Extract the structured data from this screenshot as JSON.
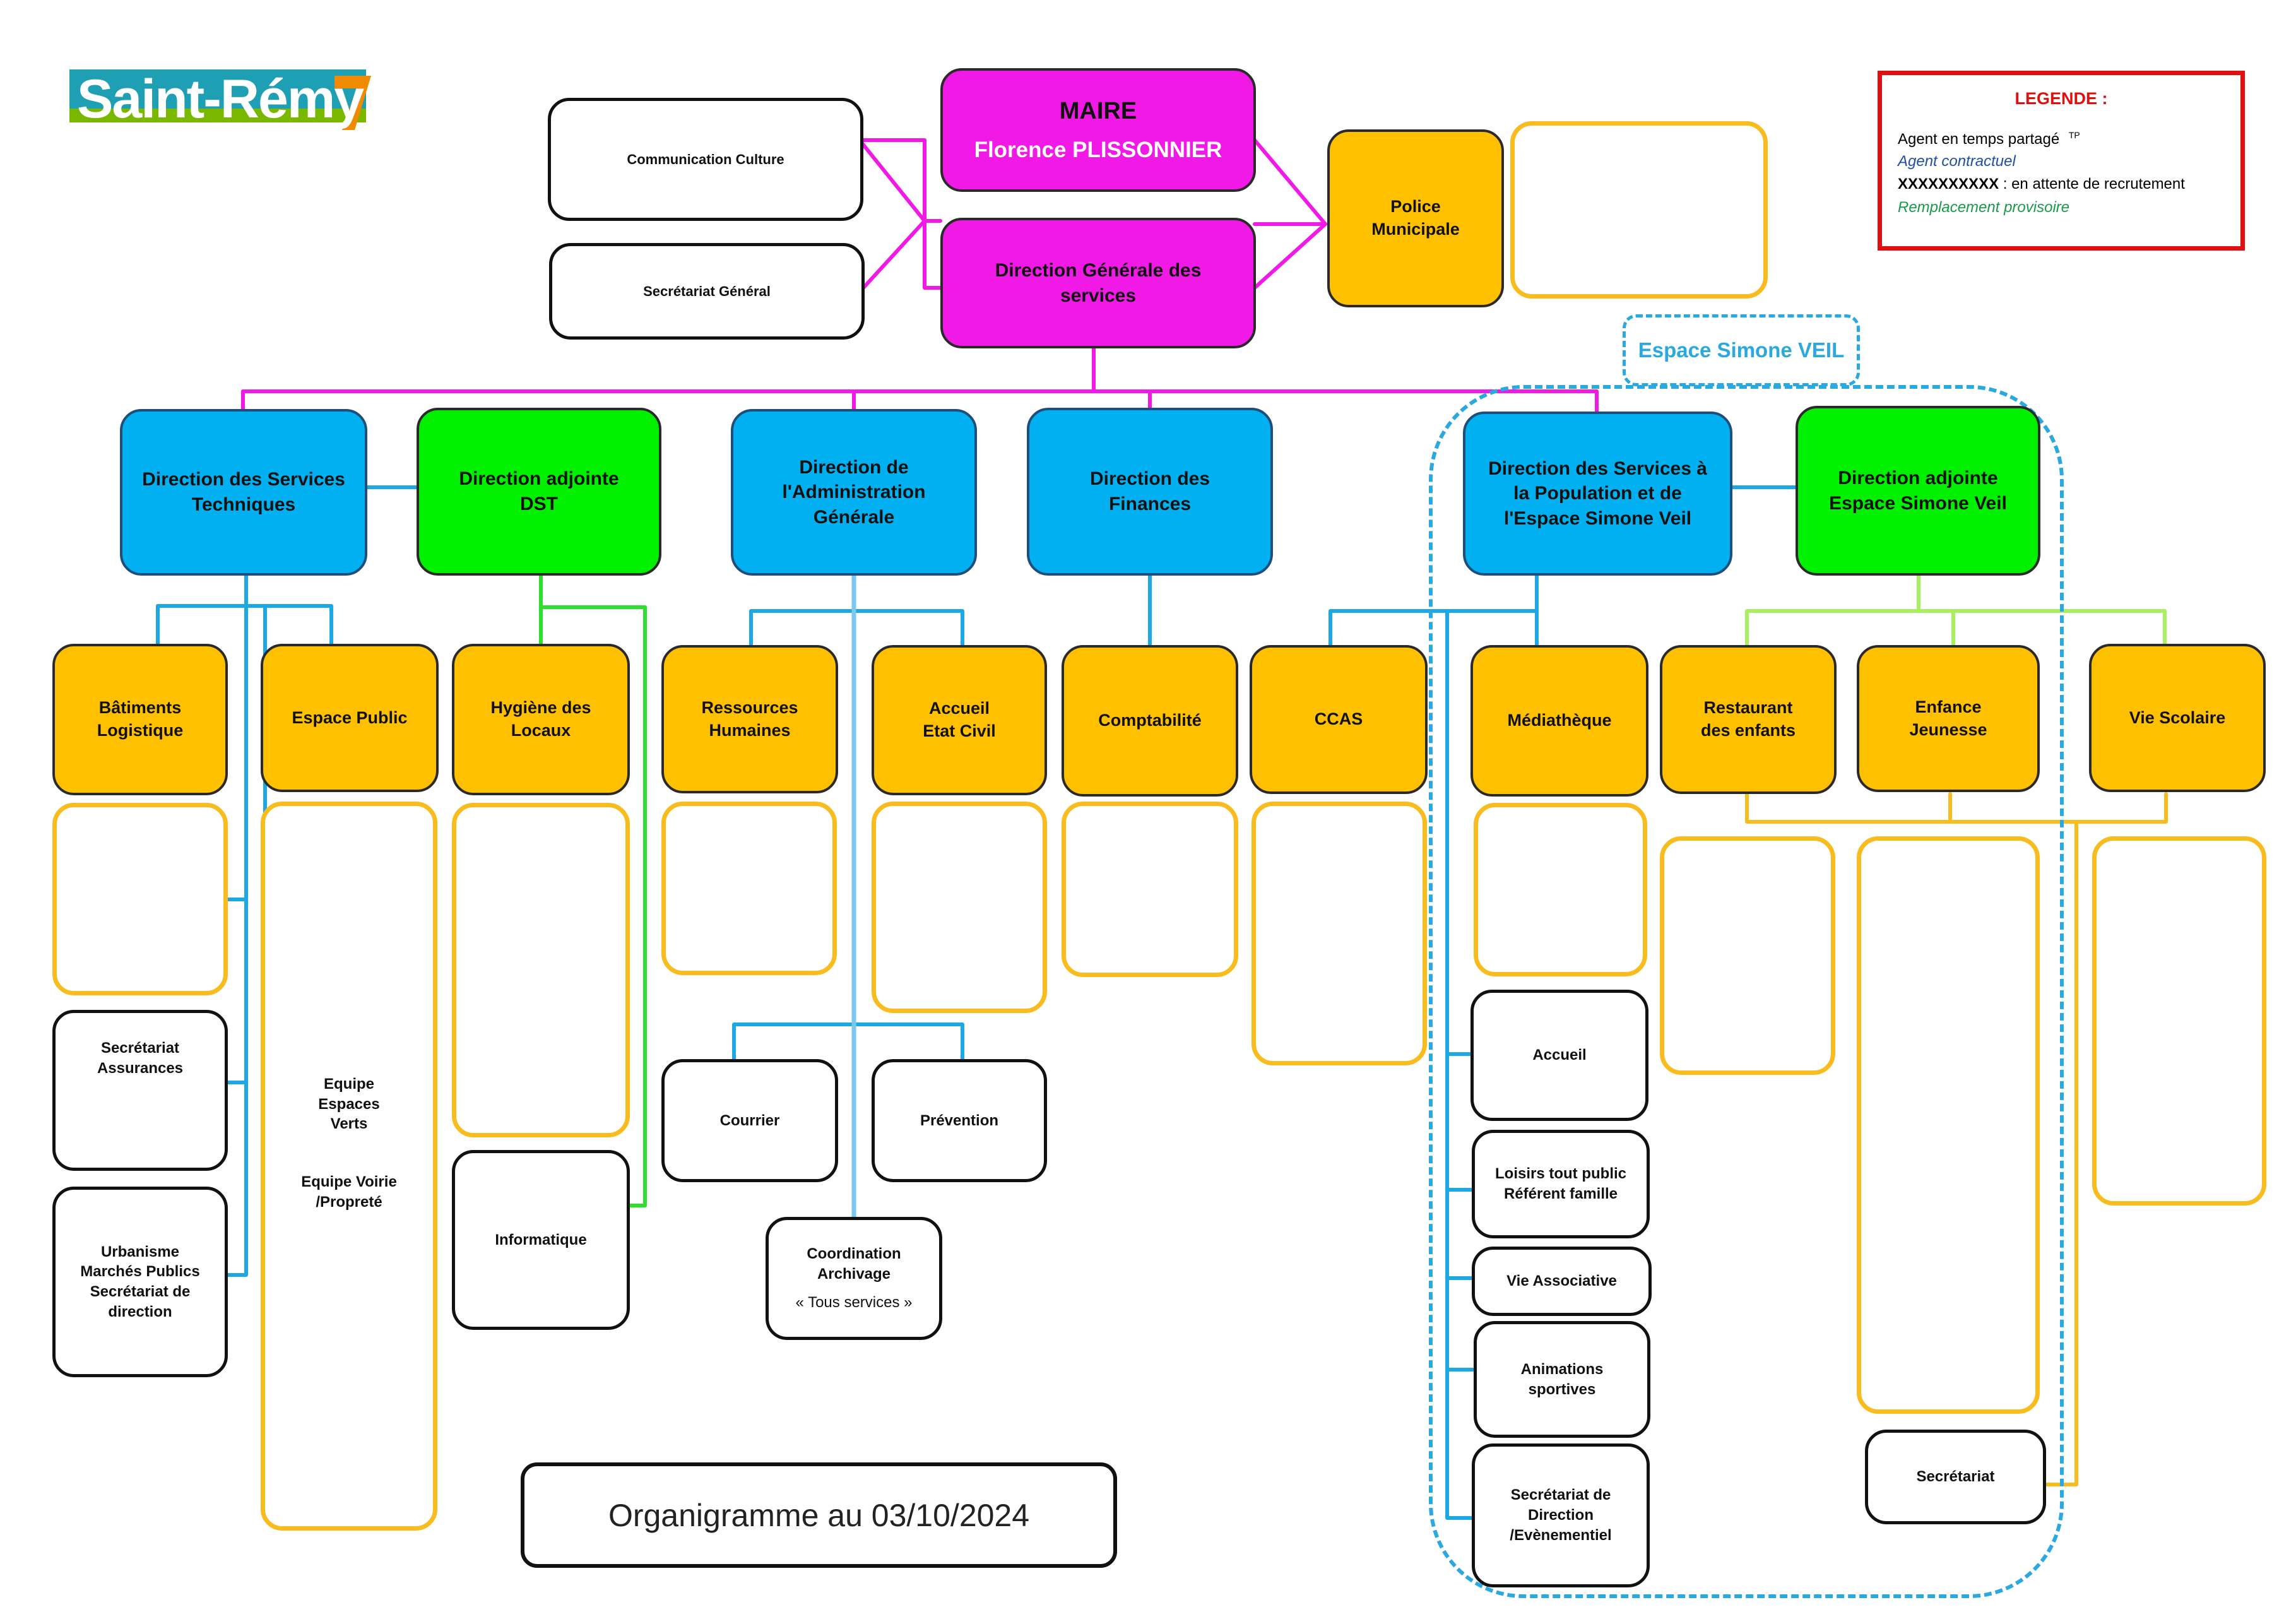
{
  "logo": {
    "text": "Saint-Rémy",
    "colors": {
      "teal": "#1f9fb3",
      "green": "#7ab800",
      "orange": "#f08a00"
    }
  },
  "legend": {
    "title": "LEGENDE :",
    "line1": "Agent en temps partagé",
    "line1_sup": "TP",
    "line2": "Agent contractuel",
    "line3_bold": "XXXXXXXXXX",
    "line3_rest": " : en attente de recrutement",
    "line4": "Remplacement provisoire"
  },
  "top": {
    "maire_title": "MAIRE",
    "maire_name": "Florence PLISSONNIER",
    "dgs": "Direction Générale des services",
    "communication": "Communication Culture",
    "secretariat_general": "Secrétariat Général",
    "police": "Police Municipale"
  },
  "espace_label": "Espace Simone VEIL",
  "directions": {
    "dst": "Direction des Services Techniques",
    "adj_dst": "Direction adjointe DST",
    "dag": "Direction de l'Administration Générale",
    "finances": "Direction des Finances",
    "dsp": "Direction des Services à la Population et de l'Espace Simone Veil",
    "adj_veil": "Direction adjointe Espace Simone Veil"
  },
  "services": {
    "batiments": "Bâtiments Logistique",
    "espace_public": "Espace Public",
    "hygiene": "Hygiène des Locaux",
    "rh": "Ressources Humaines",
    "accueil_ec": "Accueil Etat Civil",
    "compta": "Comptabilité",
    "ccas": "CCAS",
    "mediatheque": "Médiathèque",
    "restaurant": "Restaurant des enfants",
    "enfance": "Enfance Jeunesse",
    "vie_scolaire": "Vie Scolaire"
  },
  "units": {
    "secretariat_assurances": "Secrétariat Assurances",
    "urbanisme": [
      "Urbanisme",
      "Marchés Publics",
      "Secrétariat de direction"
    ],
    "equipe_espaces_verts": "Equipe Espaces Verts",
    "equipe_voirie": "Equipe Voirie /Propreté",
    "informatique": "Informatique",
    "courrier": "Courrier",
    "prevention": "Prévention",
    "coordination": "Coordination Archivage",
    "tous_services": "« Tous services »",
    "accueil": "Accueil",
    "loisirs": [
      "Loisirs tout public",
      "Référent famille"
    ],
    "vie_associative": "Vie Associative",
    "animations": "Animations sportives",
    "secretariat_direction": [
      "Secrétariat de",
      "Direction",
      "/Evènementiel"
    ],
    "secretariat": "Secrétariat"
  },
  "footer_title": "Organigramme au 03/10/2024",
  "colors": {
    "magenta": "#f019e6",
    "blue": "#00b0f0",
    "green": "#00f000",
    "orange": "#ffc000",
    "empty_border": "#f8bc1e",
    "line_blue": "#1ca8e2",
    "line_green": "#2ee02e",
    "line_lime": "#a8f060",
    "legend_red": "#e01010",
    "contract_blue": "#1f4ea8",
    "replacement_green": "#1a9a4a"
  }
}
